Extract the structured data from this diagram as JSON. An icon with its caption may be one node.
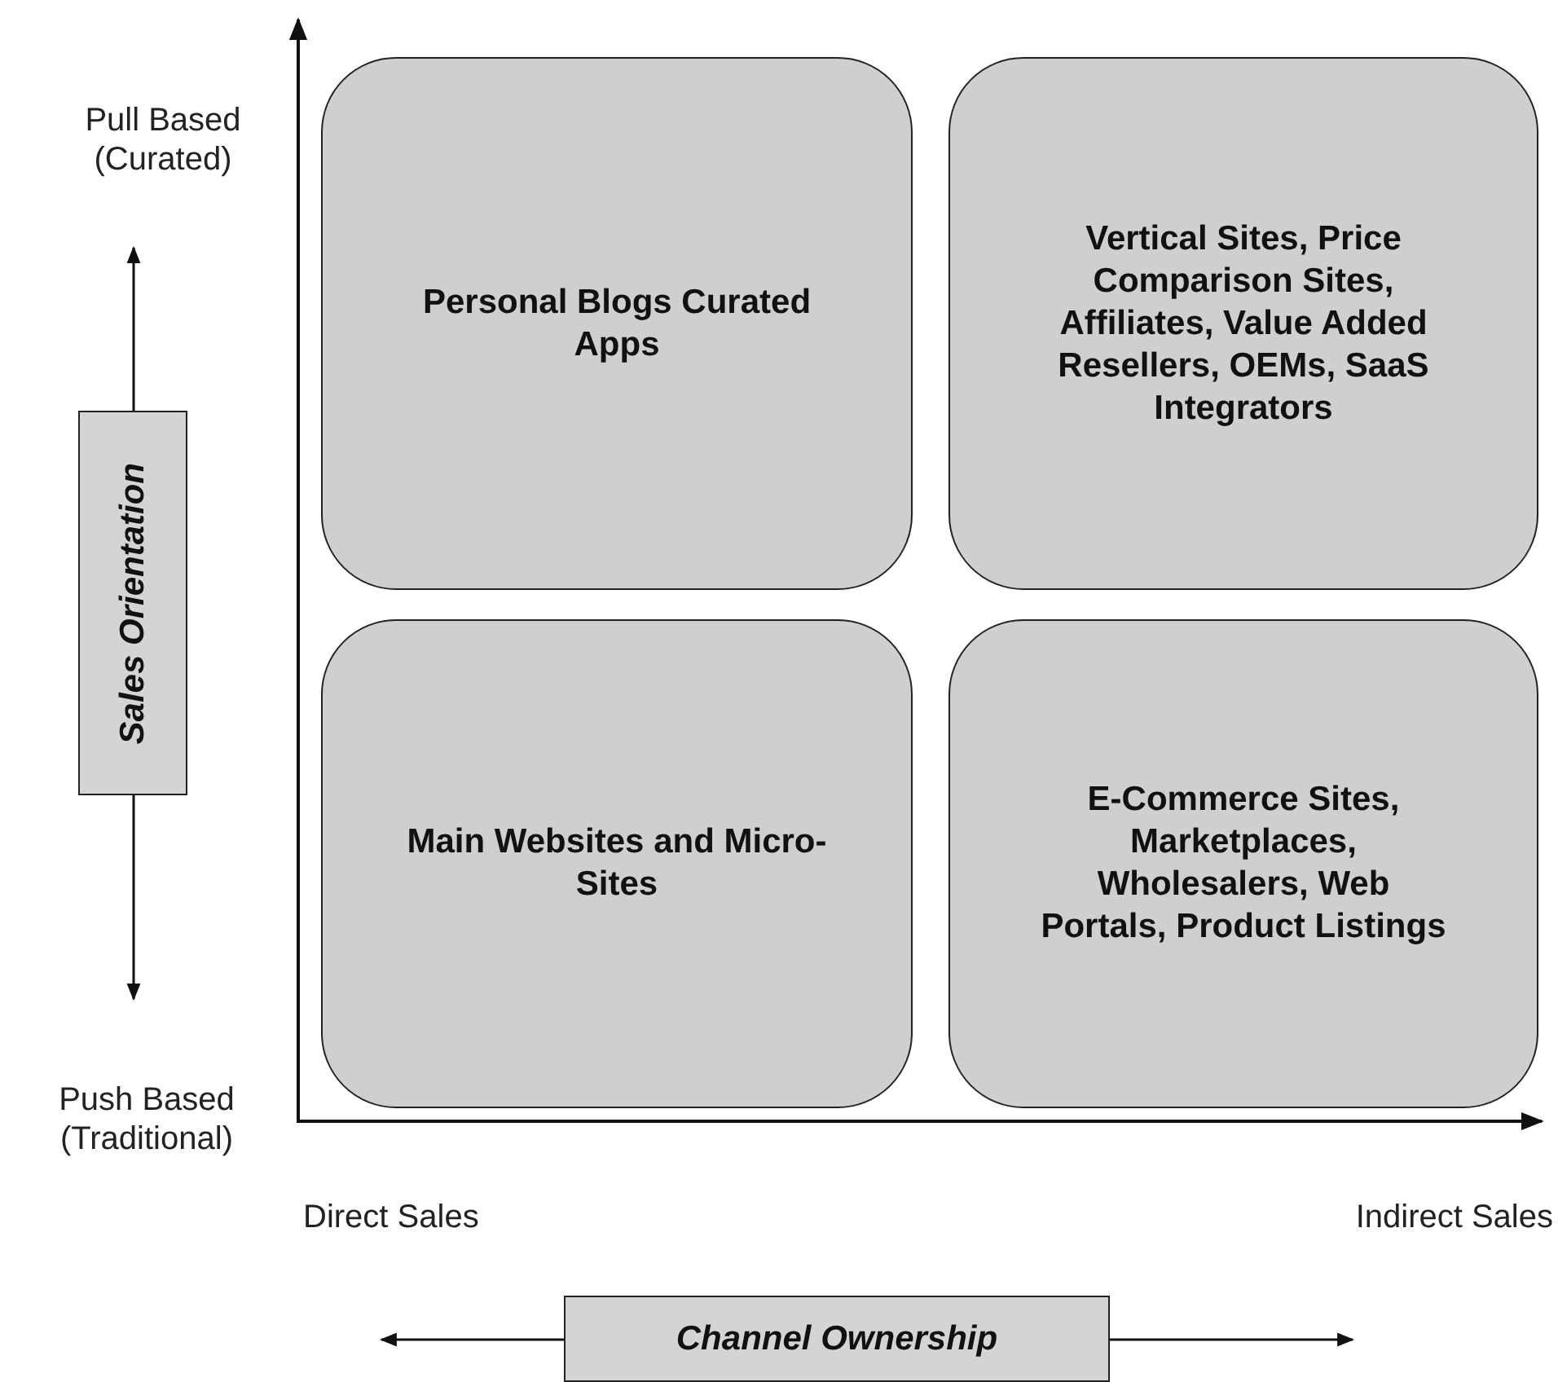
{
  "diagram": {
    "nodes": [
      {
        "text": [
          "Personal Blogs Curated Apps"
        ]
      },
      {
        "text": [
          "Vertical Sites, Price Comparison Sites, Affiliates, Value Added Resellers, OEMs, SaaS Integrators"
        ]
      },
      {
        "text": [
          "Main Websites and Micro-Sites"
        ]
      },
      {
        "text": [
          "E-Commerce Sites, Marketplaces, Wholesalers, Web Portals, Product Listings"
        ]
      },
      {
        "text": [
          "Sales Orientation"
        ]
      },
      {
        "text": [
          "Channel Ownership"
        ]
      }
    ],
    "labels": [
      "Pull Based (Curated)",
      "Push Based (Traditional)",
      "Direct Sales",
      "Indirect Sales"
    ]
  }
}
